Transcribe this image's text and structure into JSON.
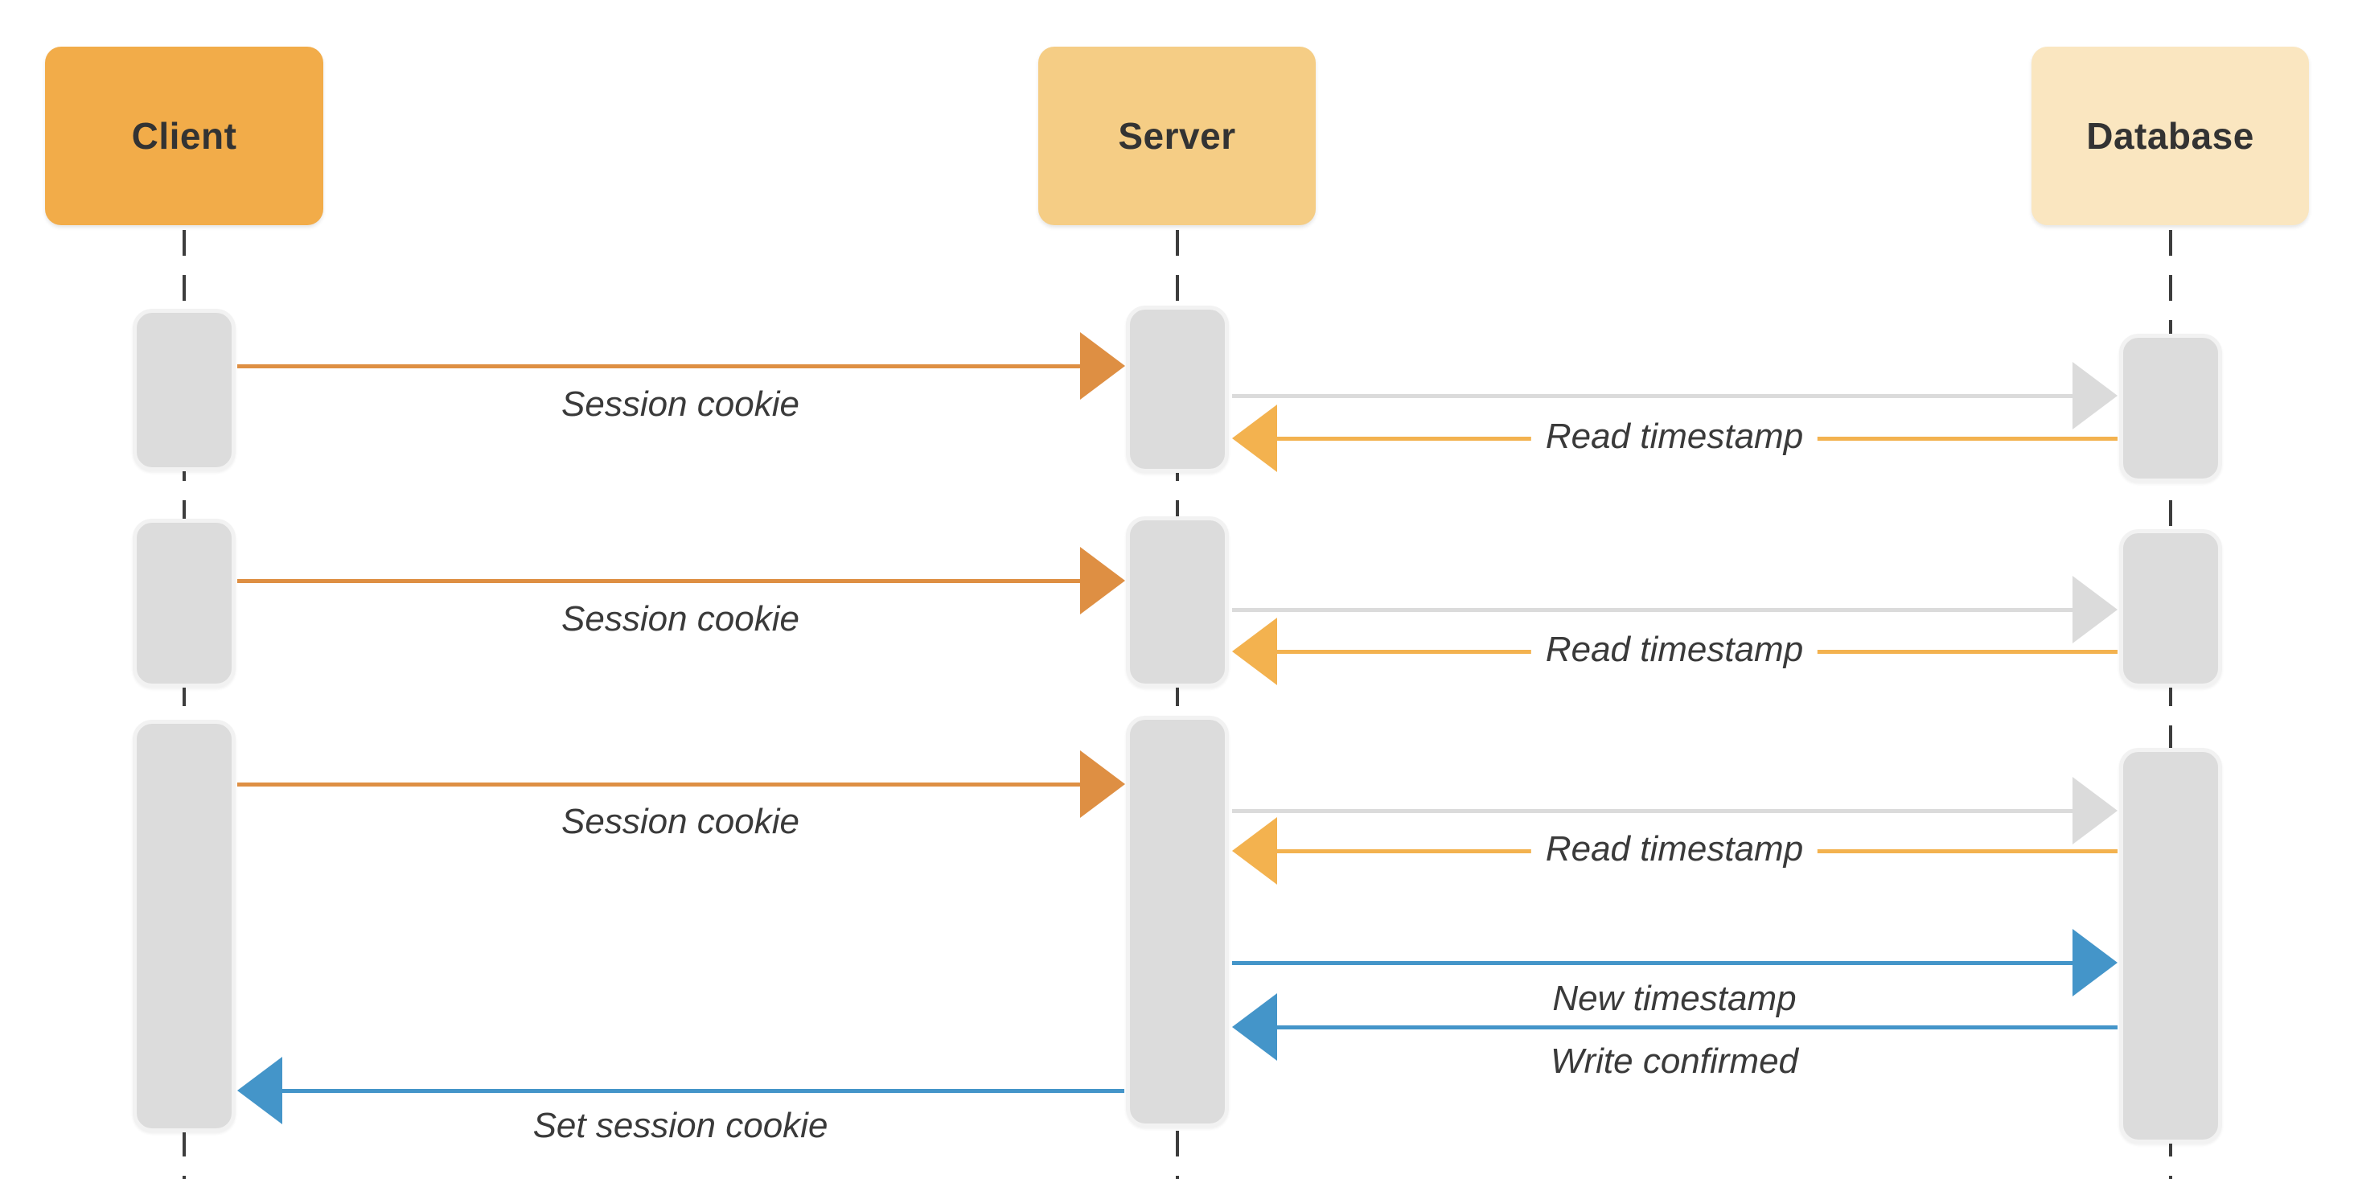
{
  "diagram_type": "sequence-diagram",
  "actors": [
    {
      "id": "client",
      "label": "Client",
      "fill": "#F2AC49"
    },
    {
      "id": "server",
      "label": "Server",
      "fill": "#F5CD85"
    },
    {
      "id": "database",
      "label": "Database",
      "fill": "#FAE6C0"
    }
  ],
  "colors": {
    "request_arrow": "#DE8F43",
    "db_query_arrow": "#DBDBDB",
    "db_return_arrow": "#F3B24F",
    "write_arrow": "#4495C9",
    "lifeline": "#3D3D3D",
    "activation_fill": "#DCDCDC",
    "activation_border": "#F2F2F2",
    "actor_text": "#333333",
    "label_text": "#3A3A3A"
  },
  "messages": [
    {
      "seq": 1,
      "from": "Client",
      "to": "Server",
      "label": "Session cookie",
      "color": "#DE8F43"
    },
    {
      "seq": 2,
      "from": "Server",
      "to": "Database",
      "label": "",
      "color": "#DBDBDB"
    },
    {
      "seq": 3,
      "from": "Database",
      "to": "Server",
      "label": "Read timestamp",
      "color": "#F3B24F"
    },
    {
      "seq": 4,
      "from": "Client",
      "to": "Server",
      "label": "Session cookie",
      "color": "#DE8F43"
    },
    {
      "seq": 5,
      "from": "Server",
      "to": "Database",
      "label": "",
      "color": "#DBDBDB"
    },
    {
      "seq": 6,
      "from": "Database",
      "to": "Server",
      "label": "Read timestamp",
      "color": "#F3B24F"
    },
    {
      "seq": 7,
      "from": "Client",
      "to": "Server",
      "label": "Session cookie",
      "color": "#DE8F43"
    },
    {
      "seq": 8,
      "from": "Server",
      "to": "Database",
      "label": "",
      "color": "#DBDBDB"
    },
    {
      "seq": 9,
      "from": "Database",
      "to": "Server",
      "label": "Read timestamp",
      "color": "#F3B24F"
    },
    {
      "seq": 10,
      "from": "Server",
      "to": "Database",
      "label": "New timestamp",
      "color": "#4495C9"
    },
    {
      "seq": 11,
      "from": "Database",
      "to": "Server",
      "label": "Write confirmed",
      "color": "#4495C9"
    },
    {
      "seq": 12,
      "from": "Server",
      "to": "Client",
      "label": "Set session cookie",
      "color": "#4495C9"
    }
  ]
}
